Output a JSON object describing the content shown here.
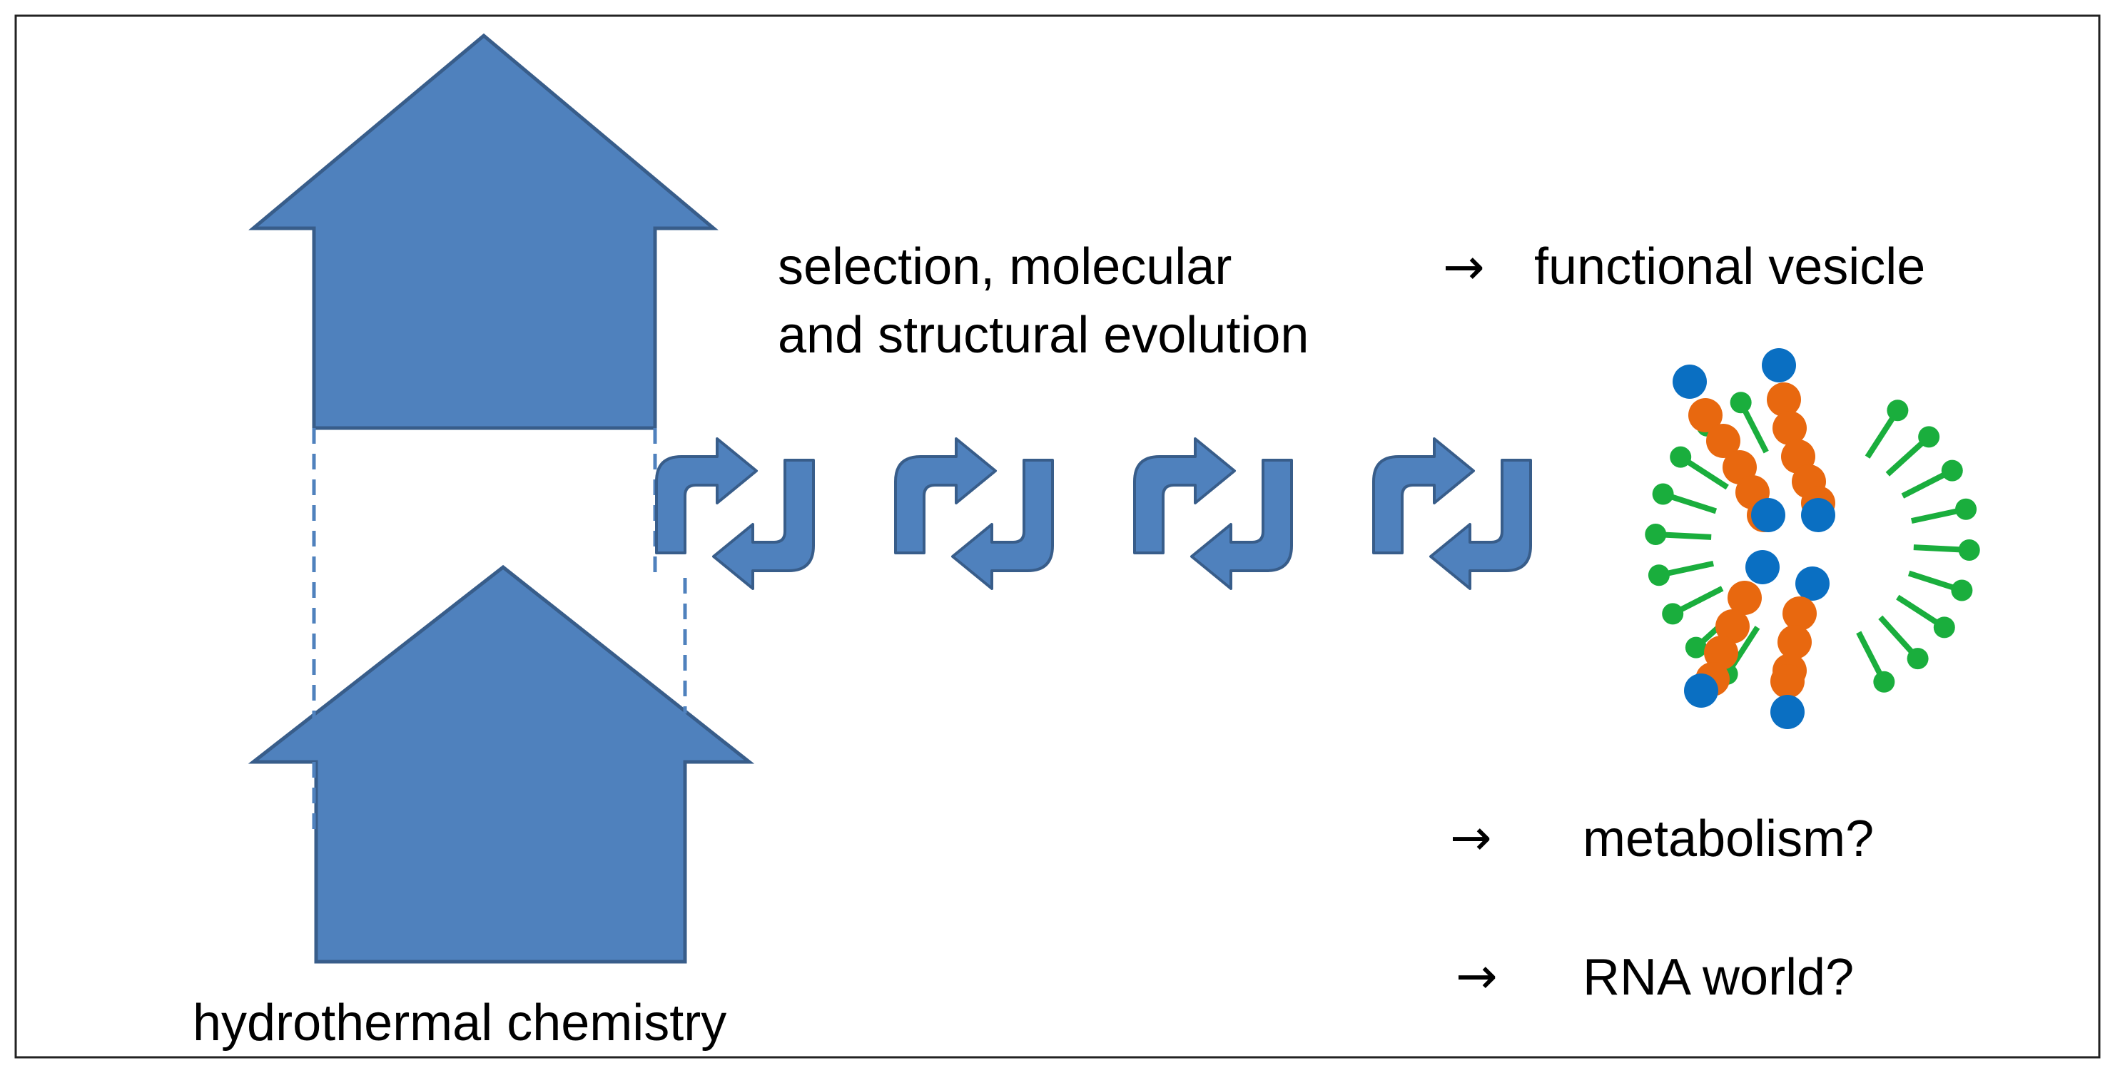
{
  "labels": {
    "selection_line1": "selection, molecular",
    "selection_line2": "and structural evolution",
    "functional_vesicle": "functional vesicle",
    "metabolism": "metabolism?",
    "rna_world": "RNA world?",
    "hydrothermal": "hydrothermal chemistry"
  },
  "glyphs": {
    "right_arrow": "→"
  },
  "colors": {
    "block_arrow_fill": "#4f81bd",
    "block_arrow_stroke": "#385d8a",
    "lipid_green": "#1aae3d",
    "rna_orange": "#e8680f",
    "base_blue": "#0a6fc2"
  }
}
